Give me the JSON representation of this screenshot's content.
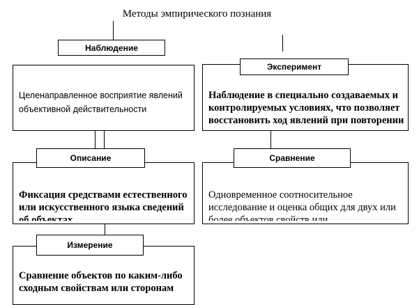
{
  "diagram": {
    "title": "Методы эмпирического познания",
    "observation": {
      "label": "Наблюдение",
      "description": "Целенаправленное восприятие явлений объективной действительности"
    },
    "experiment": {
      "label": "Эксперимент",
      "description": "Наблюдение в специально создаваемых и контролируемых условиях, что позволяет восстановить ход явлений при повторении условий"
    },
    "description_method": {
      "label": "Описание",
      "description": "Фиксация средствами естественного или искусственного языка сведений об объектах"
    },
    "comparison": {
      "label": "Сравнение",
      "description": "Одновременное соотносительное исследование и оценка общих для двух или более объектов свойств или"
    },
    "measurement": {
      "label": "Измерение",
      "description": "Сравнение объектов по каким-либо сходным свойствам или сторонам"
    }
  }
}
